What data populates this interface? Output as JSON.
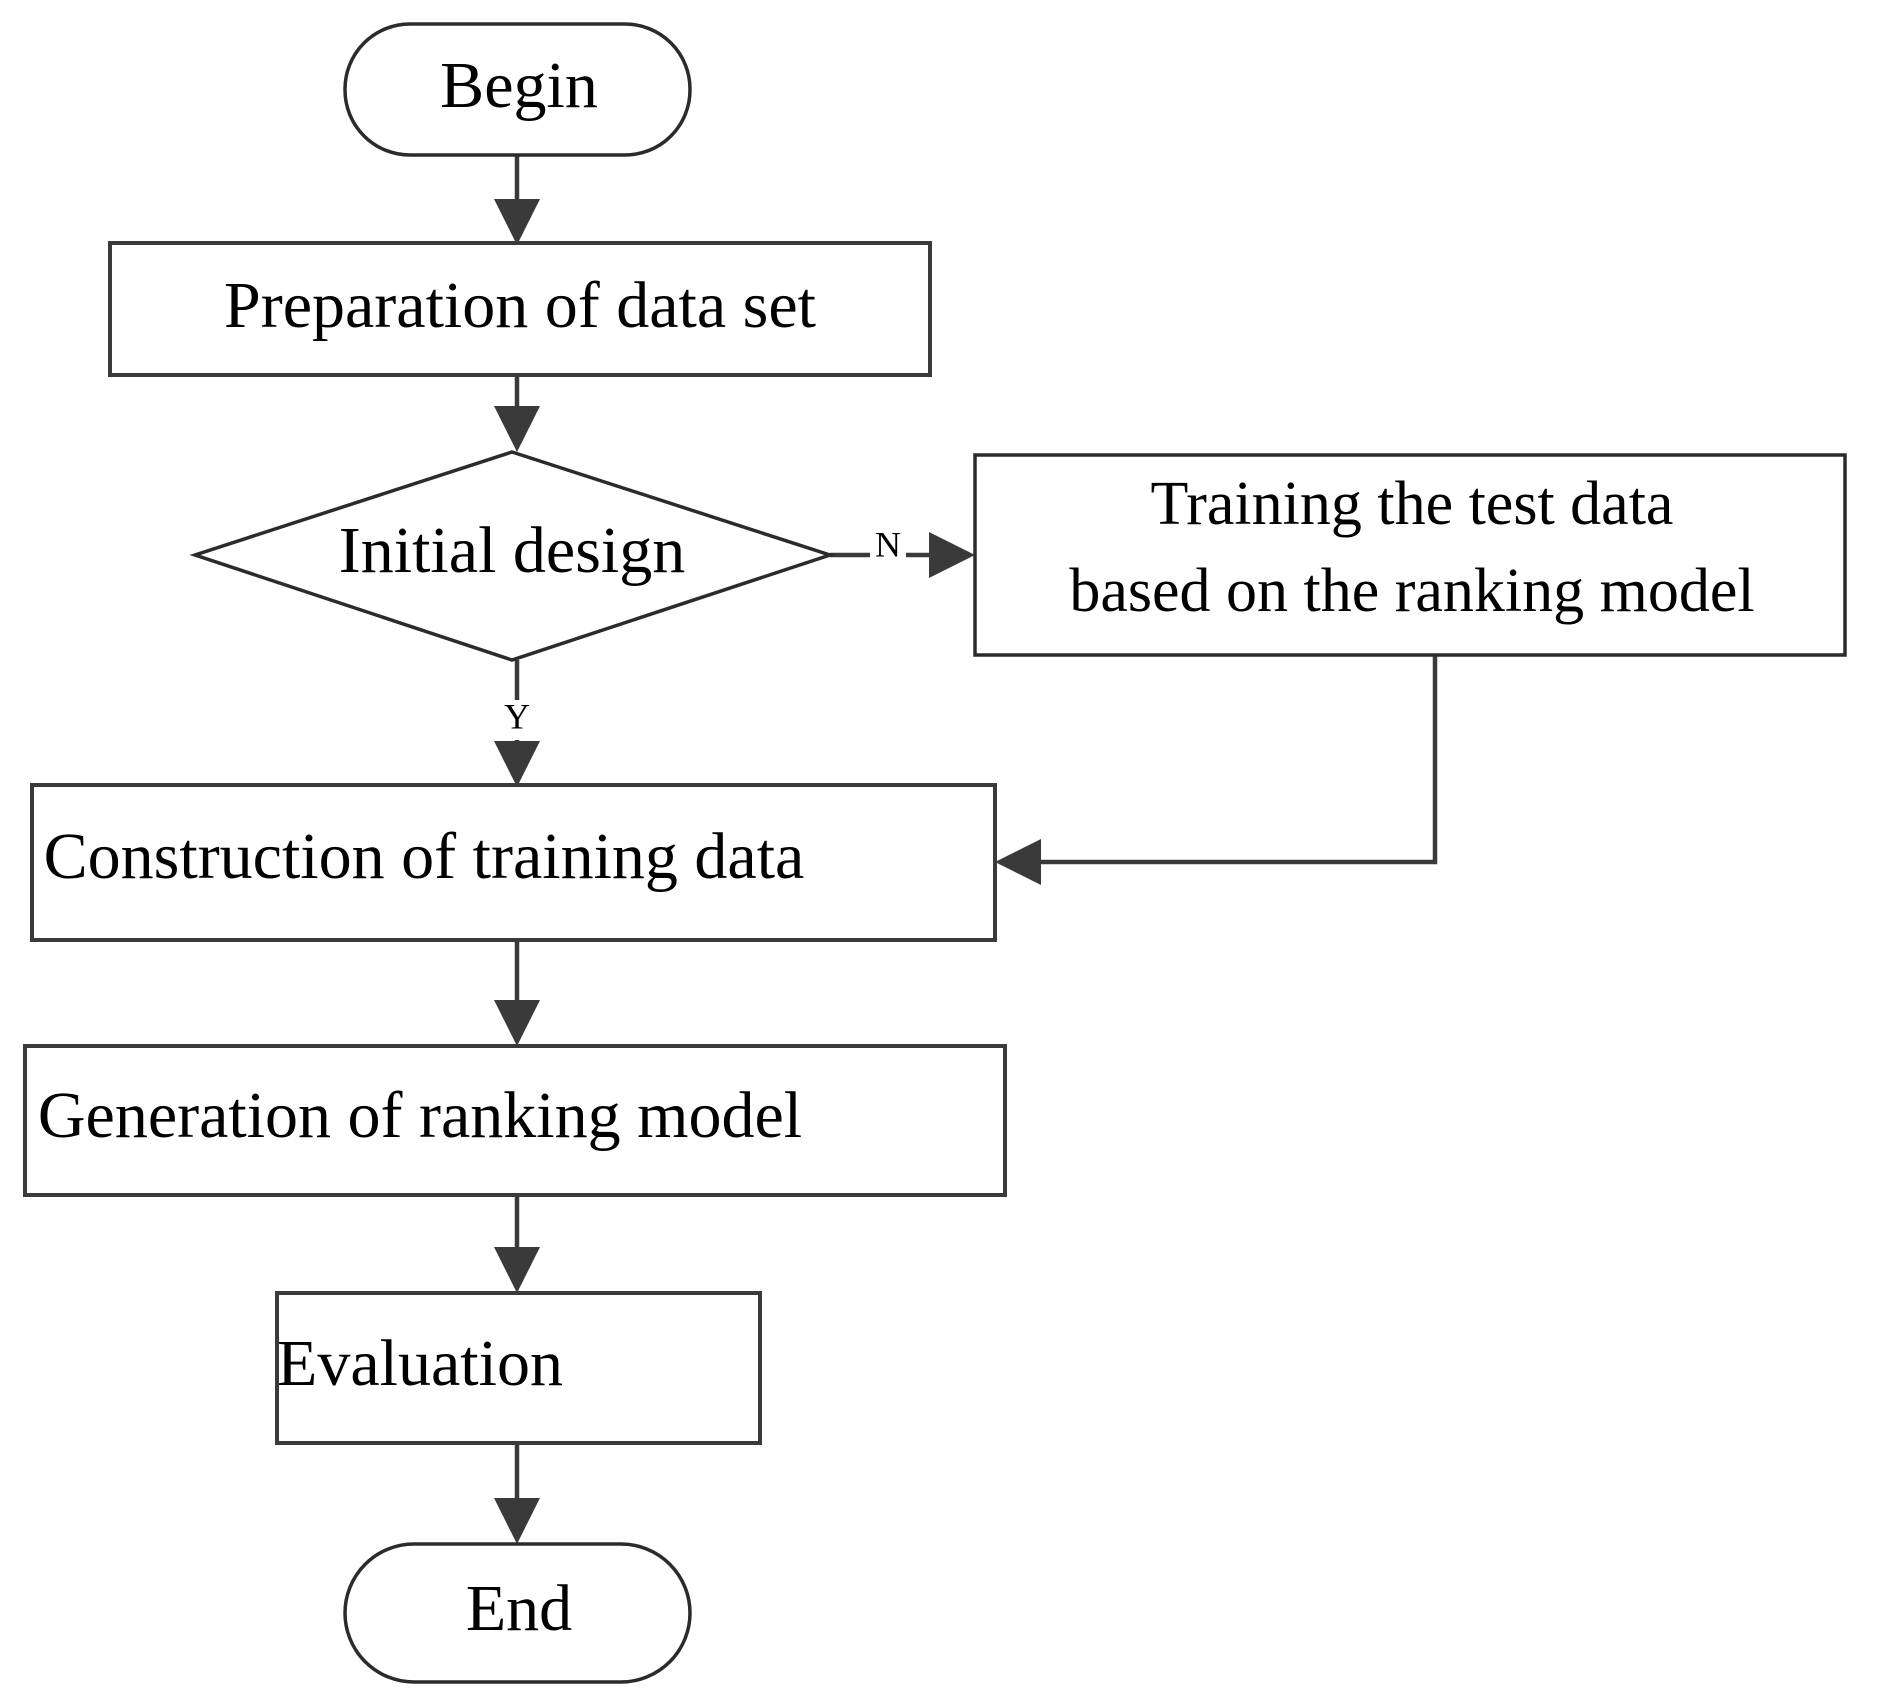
{
  "diagram": {
    "type": "flowchart",
    "title": "",
    "nodes": {
      "begin": {
        "label": "Begin",
        "shape": "terminator"
      },
      "preparation": {
        "label": "Preparation of data set",
        "shape": "process"
      },
      "initial_design": {
        "label": "Initial design",
        "shape": "decision"
      },
      "training": {
        "label_line1": "Training the test data",
        "label_line2": "based on the ranking model",
        "shape": "process"
      },
      "construction": {
        "label": "Construction of training data",
        "shape": "process"
      },
      "generation": {
        "label": "Generation of ranking model",
        "shape": "process"
      },
      "evaluation": {
        "label": "Evaluation",
        "shape": "process"
      },
      "end": {
        "label": "End",
        "shape": "terminator"
      }
    },
    "edge_labels": {
      "no_branch": "N",
      "yes_branch": "Y"
    },
    "colors": {
      "stroke": "#3a3a3a",
      "text": "#000000",
      "background": "#ffffff"
    }
  }
}
